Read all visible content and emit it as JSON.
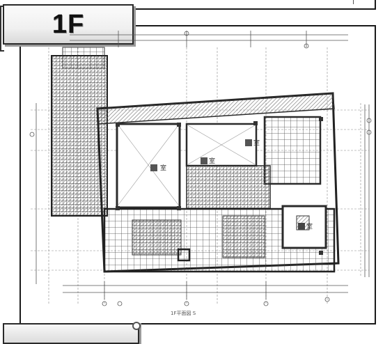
{
  "floor_label": "1F",
  "scale_note": "1F平面図 S",
  "room_marks": [
    "室",
    "室",
    "室",
    "室"
  ],
  "colors": {
    "line": "#2b2b2b",
    "hatch": "#6d6d6d",
    "paper": "#ffffff"
  }
}
